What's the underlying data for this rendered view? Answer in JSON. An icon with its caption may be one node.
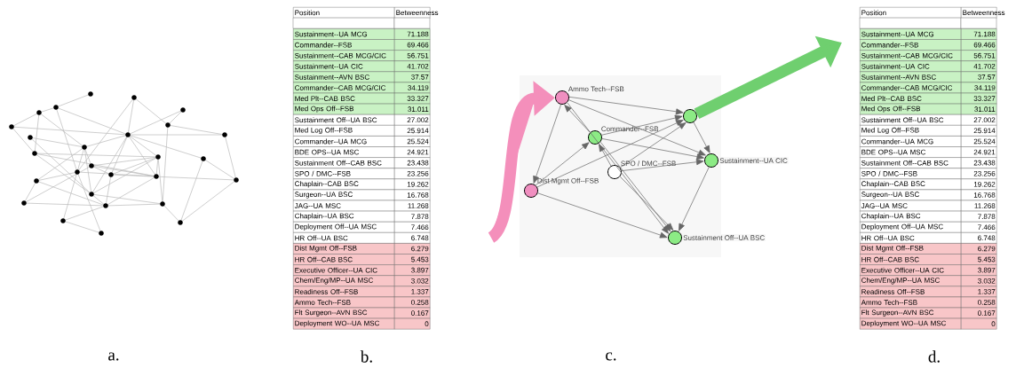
{
  "diagram": {
    "nodes": [
      {
        "text": [
          "Ammo Tech--FSB"
        ]
      },
      {
        "text": [
          "Commander--FSB"
        ]
      },
      {
        "text": [
          "SPO / DMC--FSB"
        ]
      },
      {
        "text": [
          "Dist Mgmt Off--FSB"
        ]
      },
      {
        "text": [],
        "shape": "circle"
      },
      {
        "text": [
          "Sustainment--UA CIC"
        ]
      },
      {
        "text": [
          "Sustainment Off--UA BSC"
        ]
      }
    ],
    "edges": [
      {
        "from": null,
        "to": 0,
        "arrow": "to",
        "style": "thick",
        "color": "#f48fbb"
      },
      {
        "from": 4,
        "to": null,
        "arrow": "to",
        "style": "thick",
        "color": "#6fcf6f"
      },
      {
        "from": 0,
        "to": 3,
        "arrow": "to"
      },
      {
        "from": 1,
        "to": 0,
        "arrow": "to"
      },
      {
        "from": 0,
        "to": 4,
        "arrow": "to"
      },
      {
        "from": 0,
        "to": 5,
        "arrow": "to"
      },
      {
        "from": 0,
        "to": 6,
        "arrow": "to"
      },
      {
        "from": 2,
        "to": 1,
        "arrow": "to"
      },
      {
        "from": 1,
        "to": 4,
        "arrow": "to"
      },
      {
        "from": 1,
        "to": 5,
        "arrow": "to"
      },
      {
        "from": 1,
        "to": 6,
        "arrow": "to"
      },
      {
        "from": 2,
        "to": 6,
        "arrow": "to"
      },
      {
        "from": 3,
        "to": 4,
        "arrow": "to"
      },
      {
        "from": 3,
        "to": 1,
        "arrow": "to"
      },
      {
        "from": 3,
        "to": 6,
        "arrow": "to"
      },
      {
        "from": 2,
        "to": 5,
        "arrow": "to"
      },
      {
        "from": 4,
        "to": 5,
        "arrow": "to"
      },
      {
        "from": 5,
        "to": 6,
        "arrow": "to"
      },
      {
        "from": 2,
        "to": 4,
        "arrow": "to"
      }
    ],
    "labels": [
      "Position",
      "Betweenness",
      "Sustainment--UA MCG",
      "71.188",
      "Commander--FSB",
      "69.466",
      "Sustainment--CAB MCG/CIC",
      "56.751",
      "Sustainment--UA CIC",
      "41.702",
      "Sustainment--AVN BSC",
      "37.57",
      "Commander--CAB MCG/CIC",
      "34.119",
      "Med Plt--CAB BSC",
      "33.327",
      "Med Ops Off--FSB",
      "31.011",
      "Sustainment Off--UA BSC",
      "27.002",
      "Med Log Off--FSB",
      "25.914",
      "Commander--UA MCG",
      "25.524",
      "BDE OPS--UA MSC",
      "24.921",
      "Sustainment Off--CAB BSC",
      "23.438",
      "SPO / DMC--FSB",
      "23.256",
      "Chaplain--CAB BSC",
      "19.262",
      "Surgeon--UA BSC",
      "16.768",
      "JAG--UA MSC",
      "11.268",
      "Chaplain--UA BSC",
      "7.878",
      "Deployment Off--UA MSC",
      "7.466",
      "HR Off--UA BSC",
      "6.748",
      "Dist Mgmt Off--FSB",
      "6.279",
      "HR Off--CAB BSC",
      "5.453",
      "Executive Officer--UA CIC",
      "3.897",
      "Chem/Eng/MP--UA MSC",
      "3.032",
      "Readiness Off--FSB",
      "1.337",
      "Ammo Tech--FSB",
      "0.258",
      "Flt Surgeon--AVN BSC",
      "0.167",
      "Deployment WO--UA MSC",
      "0",
      "Position",
      "Betweenness",
      "Sustainment--UA MCG",
      "71.188",
      "Commander--FSB",
      "69.466",
      "Sustainment--CAB MCG/CIC",
      "56.751",
      "Sustainment--UA CIC",
      "41.702",
      "Sustainment--AVN BSC",
      "37.57",
      "Commander--CAB MCG/CIC",
      "34.119",
      "Med Plt--CAB BSC",
      "33.327",
      "Med Ops Off--FSB",
      "31.011",
      "Sustainment Off--UA BSC",
      "27.002",
      "Med Log Off--FSB",
      "25.914",
      "Commander--UA MCG",
      "25.524",
      "BDE OPS--UA MSC",
      "24.921",
      "Sustainment Off--CAB BSC",
      "23.438",
      "SPO / DMC--FSB",
      "23.256",
      "Chaplain--CAB BSC",
      "19.262",
      "Surgeon--UA BSC",
      "16.768",
      "JAG--UA MSC",
      "11.268",
      "Chaplain--UA BSC",
      "7.878",
      "Deployment Off--UA MSC",
      "7.466",
      "HR Off--UA BSC",
      "6.748",
      "Dist Mgmt Off--FSB",
      "6.279",
      "HR Off--CAB BSC",
      "5.453",
      "Executive Officer--UA CIC",
      "3.897",
      "Chem/Eng/MP--UA MSC",
      "3.032",
      "Readiness Off--FSB",
      "1.337",
      "Ammo Tech--FSB",
      "0.258",
      "Flt Surgeon--AVN BSC",
      "0.167",
      "Deployment WO--UA MSC",
      "0",
      "a.",
      "b.",
      "c.",
      "d."
    ]
  }
}
